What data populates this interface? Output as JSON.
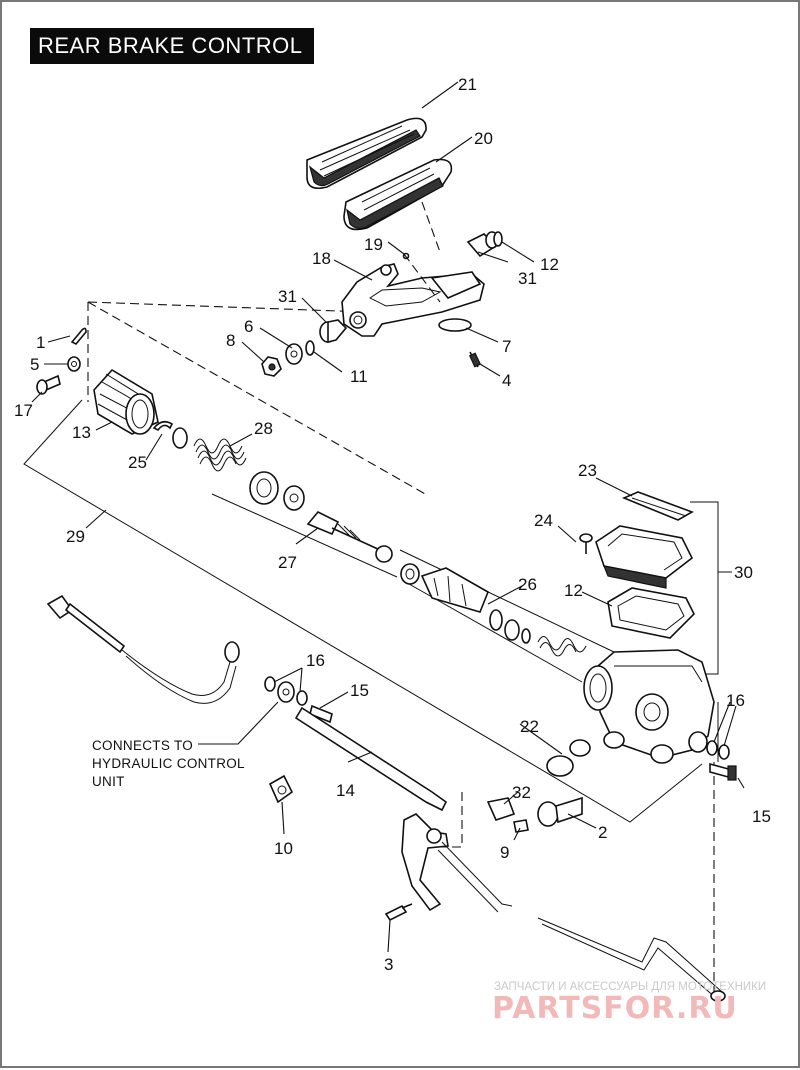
{
  "title": "REAR BRAKE  CONTROL",
  "note": [
    "CONNECTS TO",
    "HYDRAULIC CONTROL",
    "UNIT"
  ],
  "callouts": {
    "c1": "1",
    "c2": "2",
    "c3": "3",
    "c4": "4",
    "c5": "5",
    "c6": "6",
    "c7": "7",
    "c8": "8",
    "c9": "9",
    "c10": "10",
    "c11": "11",
    "c12a": "12",
    "c12b": "12",
    "c13": "13",
    "c14": "14",
    "c15a": "15",
    "c15b": "15",
    "c16a": "16",
    "c16b": "16",
    "c17": "17",
    "c18": "18",
    "c19": "19",
    "c20": "20",
    "c21": "21",
    "c22": "22",
    "c23": "23",
    "c24": "24",
    "c25": "25",
    "c26": "26",
    "c27": "27",
    "c28": "28",
    "c29": "29",
    "c30": "30",
    "c31a": "31",
    "c31b": "31",
    "c32": "32"
  },
  "watermark": {
    "line1": "ЗАПЧАСТИ И АКСЕССУАРЫ ДЛЯ МОТОТЕХНИКИ",
    "line2": "PARTSFOR.RU"
  },
  "colors": {
    "title_bg": "#0b0b0b",
    "title_fg": "#ffffff",
    "ink": "#111111",
    "watermark": "#f3b8b8"
  }
}
